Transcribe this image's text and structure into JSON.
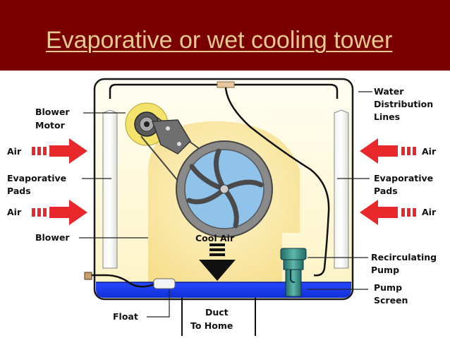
{
  "title": "Evaporative or wet cooling tower",
  "colors": {
    "title_bar": "#7a0000",
    "title_text": "#e8c990",
    "arrow_red": "#e8282a",
    "water": "#1535e6",
    "fan_blue": "#8fc3ea",
    "motor_yellow": "#f4e36a",
    "pump_green": "#2f8c86"
  },
  "labels": {
    "blower_motor": [
      "Blower",
      "Motor"
    ],
    "water_distribution_lines": [
      "Water",
      "Distribution",
      "Lines"
    ],
    "air_left_top": "Air",
    "air_left_bottom": "Air",
    "air_right_top": "Air",
    "air_right_bottom": "Air",
    "evaporative_pads_left": [
      "Evaporative",
      "Pads"
    ],
    "evaporative_pads_right": [
      "Evaporative",
      "Pads"
    ],
    "blower": "Blower",
    "cool_air": "Cool Air",
    "recirculating_pump": [
      "Recirculating",
      "Pump"
    ],
    "pump_screen": [
      "Pump",
      "Screen"
    ],
    "float": "Float",
    "duct_to_home": [
      "Duct",
      "To Home"
    ]
  }
}
